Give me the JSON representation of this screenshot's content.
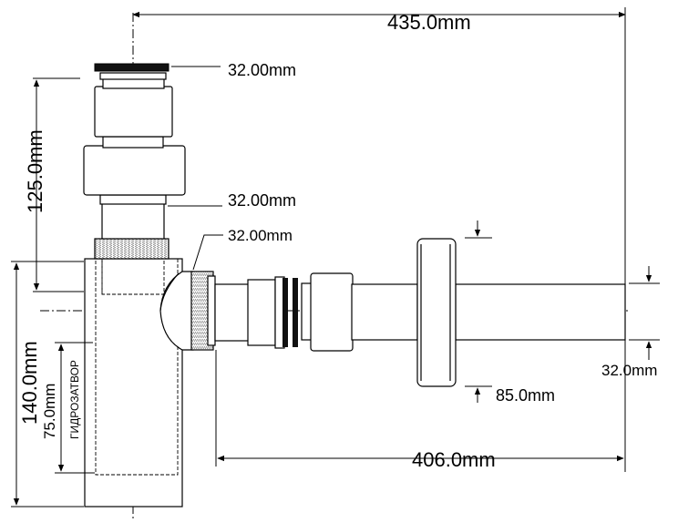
{
  "dimensions": {
    "overall_width": "435.0mm",
    "top_outlet": "32.00mm",
    "mid_connector": "32.00mm",
    "side_connector": "32.00mm",
    "top_height": "125.0mm",
    "body_height": "140.0mm",
    "water_seal": "75.0mm",
    "water_seal_label": "ГИДРОЗАТВОР",
    "flange_offset": "85.0mm",
    "pipe_diameter": "32.0mm",
    "horizontal_length": "406.0mm"
  }
}
